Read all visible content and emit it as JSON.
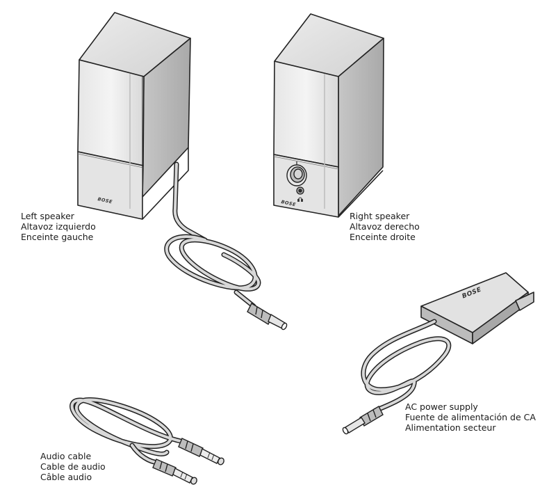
{
  "labels": {
    "left_speaker": [
      "Left speaker",
      "Altavoz izquierdo",
      "Enceinte gauche"
    ],
    "right_speaker": [
      "Right speaker",
      "Altavoz derecho",
      "Enceinte droite"
    ],
    "power_supply": [
      "AC power supply",
      "Fuente de alimentación de CA",
      "Alimentation secteur"
    ],
    "audio_cable": [
      "Audio cable",
      "Cable de audio",
      "Câble audio"
    ]
  },
  "brand": "BOSE"
}
